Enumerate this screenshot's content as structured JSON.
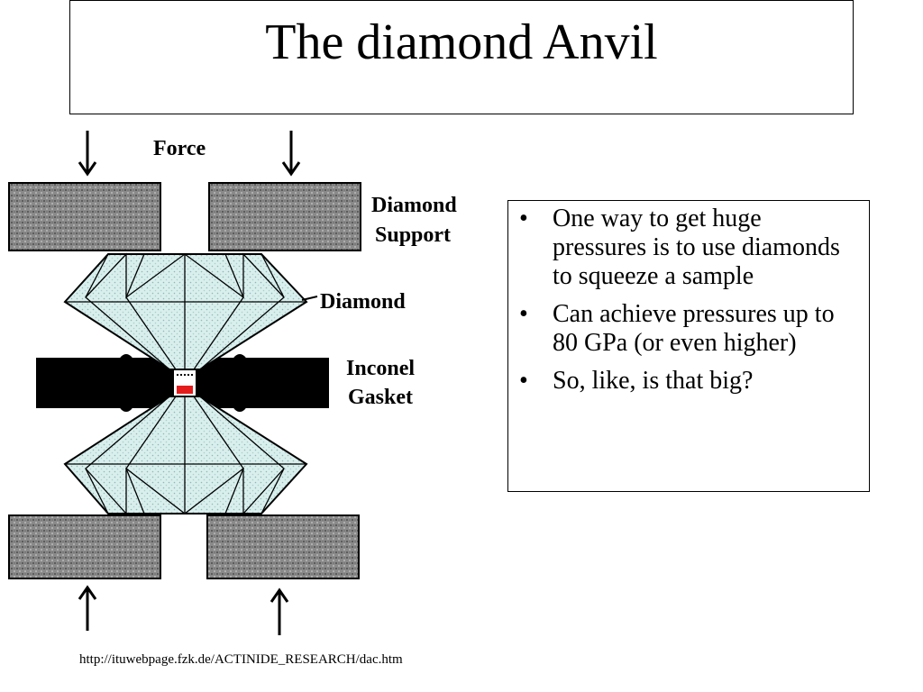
{
  "slide": {
    "title": "The diamond Anvil",
    "bullets": [
      "One way to get huge pressures  is to use diamonds to squeeze a sample",
      "Can achieve pressures up to 80 GPa (or even higher)",
      "So, like, is that big?"
    ],
    "source": "http://ituwebpage.fzk.de/ACTINIDE_RESEARCH/dac.htm"
  },
  "diagram": {
    "labels": {
      "force": "Force",
      "diamond_support_1": "Diamond",
      "diamond_support_2": "Support",
      "diamond": "Diamond",
      "gasket_1": "Inconel",
      "gasket_2": "Gasket"
    },
    "colors": {
      "support": "#7a7a7a",
      "diamond": "#cfe8e6",
      "gasket": "#000000",
      "sample": "#e41b1b"
    }
  }
}
